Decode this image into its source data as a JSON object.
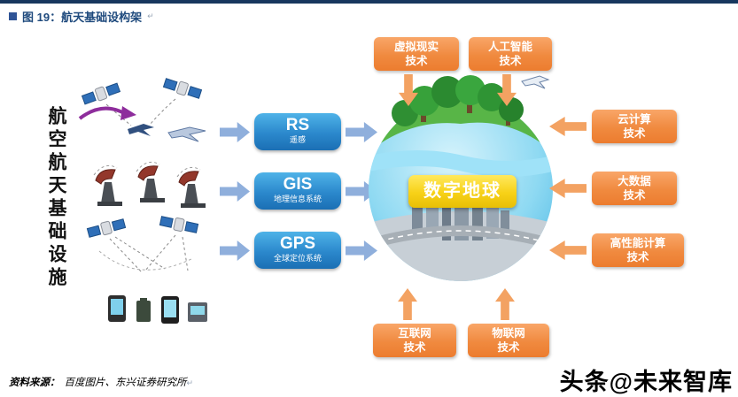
{
  "header": {
    "title": "图 19：航天基础设构架",
    "return_mark": "↵"
  },
  "left_label": {
    "text": "航空航天基础设施"
  },
  "systems": [
    {
      "abbr": "RS",
      "name": "遥感"
    },
    {
      "abbr": "GIS",
      "name": "地理信息系统"
    },
    {
      "abbr": "GPS",
      "name": "全球定位系统"
    }
  ],
  "center": {
    "label": "数字地球"
  },
  "tech": [
    {
      "line1": "虚拟现实",
      "line2": "技术"
    },
    {
      "line1": "人工智能",
      "line2": "技术"
    },
    {
      "line1": "云计算",
      "line2": "技术"
    },
    {
      "line1": "大数据",
      "line2": "技术"
    },
    {
      "line1": "高性能计算",
      "line2": "技术"
    },
    {
      "line1": "互联网",
      "line2": "技术"
    },
    {
      "line1": "物联网",
      "line2": "技术"
    }
  ],
  "footer": {
    "source_label": "资料来源：",
    "source_text": "百度图片、东兴证券研究所",
    "return_mark": "↵"
  },
  "watermark": {
    "text": "头条@未来智库"
  },
  "icons": {
    "left_column": [
      "satellite-cluster",
      "aircraft",
      "ground-stations",
      "satellite-pair",
      "mobile-devices"
    ],
    "center": "digital-earth-globe"
  },
  "colors": {
    "header_bar": "#17375E",
    "title_text": "#1F4A7D",
    "system_box_top": "#4FB3E8",
    "system_box_bottom": "#1B6FB4",
    "blue_arrow": "#8FAFDC",
    "tech_box_top": "#F9A668",
    "tech_box_bottom": "#EC7C2F",
    "orange_arrow": "#F3A262",
    "center_label_bg": "#F7D117"
  }
}
